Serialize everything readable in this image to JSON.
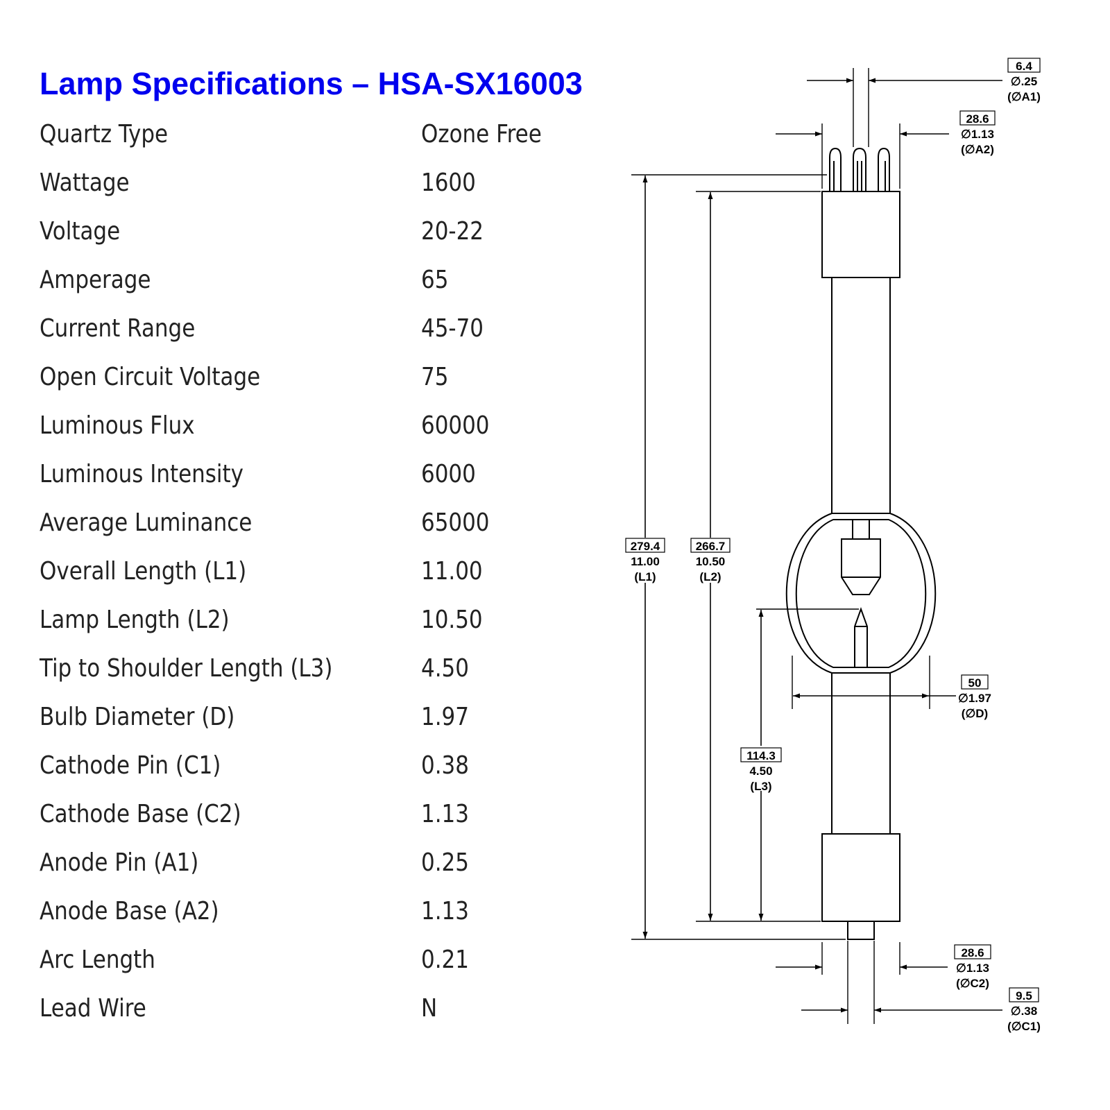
{
  "title": "Lamp Specifications – HSA-SX16003",
  "specs": [
    {
      "label": "Quartz Type",
      "value": "Ozone Free"
    },
    {
      "label": "Wattage",
      "value": "1600"
    },
    {
      "label": "Voltage",
      "value": "20-22"
    },
    {
      "label": "Amperage",
      "value": "65"
    },
    {
      "label": "Current Range",
      "value": "45-70"
    },
    {
      "label": "Open Circuit Voltage",
      "value": "75"
    },
    {
      "label": "Luminous Flux",
      "value": "60000"
    },
    {
      "label": "Luminous Intensity",
      "value": "6000"
    },
    {
      "label": "Average Luminance",
      "value": "65000"
    },
    {
      "label": "Overall Length (L1)",
      "value": "11.00"
    },
    {
      "label": "Lamp Length (L2)",
      "value": "10.50"
    },
    {
      "label": "Tip to Shoulder Length (L3)",
      "value": "4.50"
    },
    {
      "label": "Bulb Diameter (D)",
      "value": "1.97"
    },
    {
      "label": "Cathode Pin (C1)",
      "value": "0.38"
    },
    {
      "label": "Cathode Base (C2)",
      "value": "1.13"
    },
    {
      "label": "Anode Pin (A1)",
      "value": "0.25"
    },
    {
      "label": "Anode Base (A2)",
      "value": "1.13"
    },
    {
      "label": "Arc Length",
      "value": "0.21"
    },
    {
      "label": "Lead Wire",
      "value": "N"
    }
  ],
  "drawing": {
    "dims": {
      "a1": {
        "mm": "6.4",
        "inch": "∅.25",
        "code": "(∅A1)"
      },
      "a2": {
        "mm": "28.6",
        "inch": "∅1.13",
        "code": "(∅A2)"
      },
      "l1": {
        "mm": "279.4",
        "inch": "11.00",
        "code": "(L1)"
      },
      "l2": {
        "mm": "266.7",
        "inch": "10.50",
        "code": "(L2)"
      },
      "d": {
        "mm": "50",
        "inch": "∅1.97",
        "code": "(∅D)"
      },
      "l3": {
        "mm": "114.3",
        "inch": "4.50",
        "code": "(L3)"
      },
      "c2": {
        "mm": "28.6",
        "inch": "∅1.13",
        "code": "(∅C2)"
      },
      "c1": {
        "mm": "9.5",
        "inch": "∅.38",
        "code": "(∅C1)"
      }
    }
  }
}
